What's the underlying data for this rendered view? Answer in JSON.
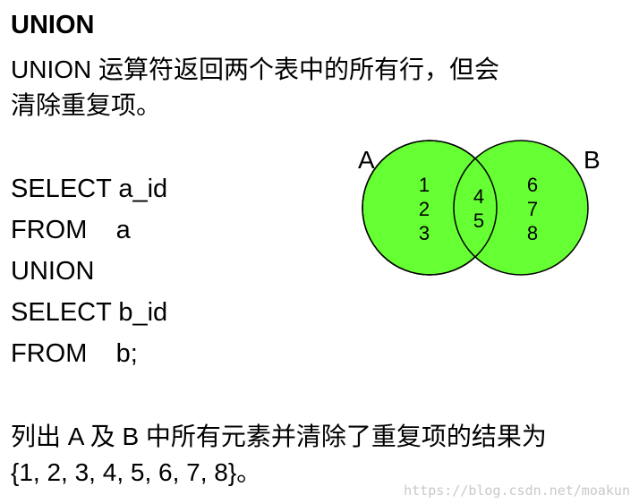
{
  "title": "UNION",
  "description": {
    "line1": "UNION 运算符返回两个表中的所有行，但会",
    "line2": "清除重复项。"
  },
  "sql": {
    "lines": [
      "SELECT a_id",
      "FROM    a",
      "UNION",
      "SELECT b_id",
      "FROM    b;"
    ]
  },
  "venn": {
    "label_a": "A",
    "label_b": "B",
    "a_only": [
      "1",
      "2",
      "3"
    ],
    "intersection": [
      "4",
      "5"
    ],
    "b_only": [
      "6",
      "7",
      "8"
    ],
    "fill_color": "#66ff33",
    "stroke_color": "#000000"
  },
  "summary": {
    "line1": "列出 A 及 B 中所有元素并清除了重复项的结果为",
    "line2": "{1, 2, 3, 4, 5, 6, 7, 8}。"
  },
  "watermark": "https://blog.csdn.net/moakun"
}
